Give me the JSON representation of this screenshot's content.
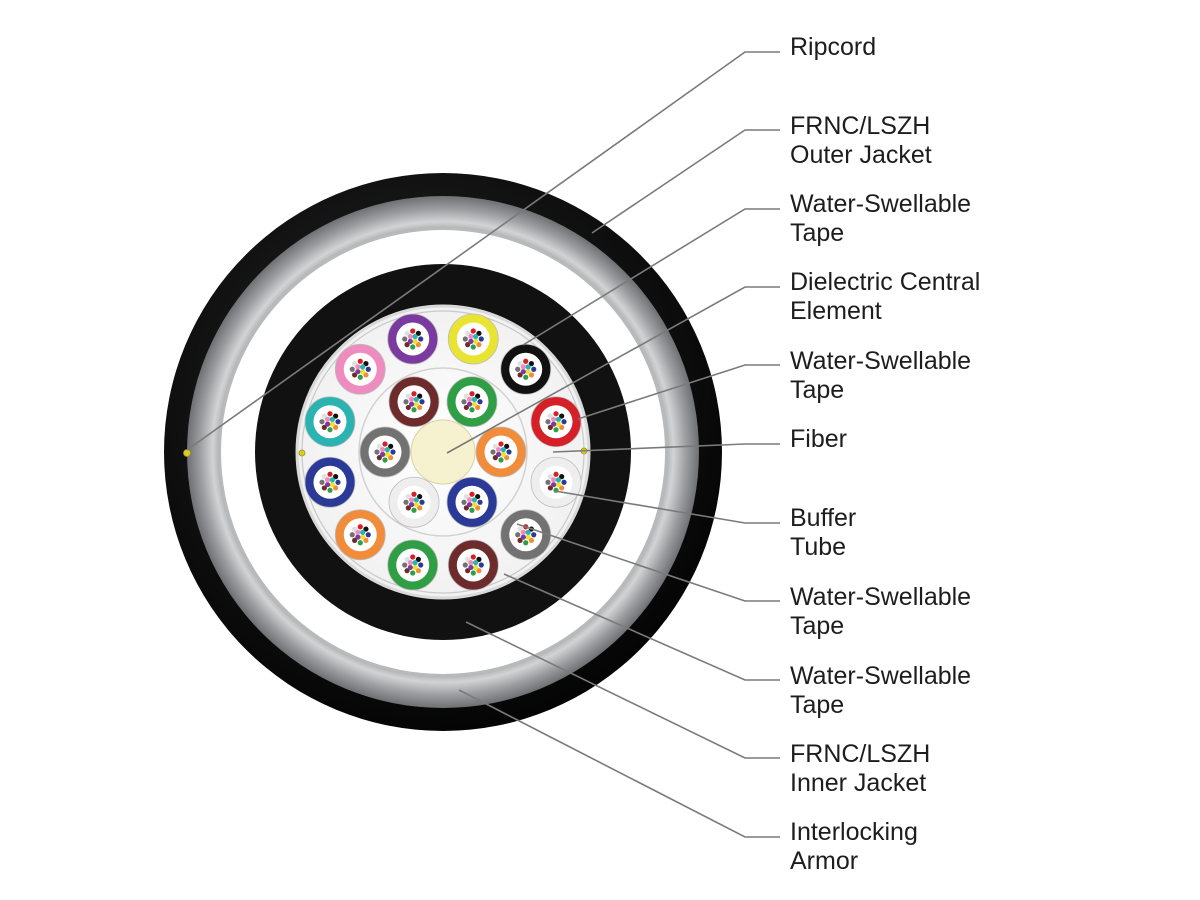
{
  "callouts": [
    {
      "id": "ripcord",
      "lines": [
        "Ripcord"
      ]
    },
    {
      "id": "outer-jacket",
      "lines": [
        "FRNC/LSZH",
        "Outer Jacket"
      ]
    },
    {
      "id": "water-tape-1",
      "lines": [
        "Water-Swellable",
        "Tape"
      ]
    },
    {
      "id": "central-element",
      "lines": [
        "Dielectric Central",
        "Element"
      ]
    },
    {
      "id": "water-tape-2",
      "lines": [
        "Water-Swellable",
        "Tape"
      ]
    },
    {
      "id": "fiber",
      "lines": [
        "Fiber"
      ]
    },
    {
      "id": "buffer-tube",
      "lines": [
        "Buffer",
        "Tube"
      ]
    },
    {
      "id": "water-tape-3",
      "lines": [
        "Water-Swellable",
        "Tape"
      ]
    },
    {
      "id": "water-tape-4",
      "lines": [
        "Water-Swellable",
        "Tape"
      ]
    },
    {
      "id": "inner-jacket",
      "lines": [
        "FRNC/LSZH",
        "Inner Jacket"
      ]
    },
    {
      "id": "armor",
      "lines": [
        "Interlocking",
        "Armor"
      ]
    }
  ],
  "colors": {
    "outer_jacket": "#0f0f0f",
    "armor": "#a9aaac",
    "inner_jacket": "#111111",
    "tape": "#d9d9d9",
    "central_element": "#f6f2cf",
    "leader_line": "#7a7a7a",
    "ripcord": "#d8cc2a"
  },
  "buffer_tubes": [
    {
      "color": "#7b3aa0",
      "fibers": 12
    },
    {
      "color": "#e8e431",
      "fibers": 12
    },
    {
      "color": "#111111",
      "fibers": 12
    },
    {
      "color": "#d62027",
      "fibers": 12
    },
    {
      "color": "#eeeeee",
      "fibers": 12
    },
    {
      "color": "#727272",
      "fibers": 12
    },
    {
      "color": "#6e2b2b",
      "fibers": 12
    },
    {
      "color": "#2f9e44",
      "fibers": 12
    },
    {
      "color": "#f08c3a",
      "fibers": 12
    },
    {
      "color": "#2a3a96",
      "fibers": 12
    },
    {
      "color": "#2bb3b1",
      "fibers": 12
    },
    {
      "color": "#ee8cc0",
      "fibers": 12
    },
    {
      "color": "#2f9e44",
      "fibers": 12
    },
    {
      "color": "#f08c3a",
      "fibers": 12
    },
    {
      "color": "#2a3a96",
      "fibers": 12
    },
    {
      "color": "#eeeeee",
      "fibers": 12
    },
    {
      "color": "#727272",
      "fibers": 12
    },
    {
      "color": "#6e2b2b",
      "fibers": 12
    }
  ],
  "fiber_colors": [
    "#2a3a96",
    "#f08c3a",
    "#2f9e44",
    "#6e2b2b",
    "#727272",
    "#e0e0e0",
    "#d62027",
    "#111111",
    "#e8e431",
    "#7b3aa0",
    "#ee8cc0",
    "#2bb3b1"
  ]
}
